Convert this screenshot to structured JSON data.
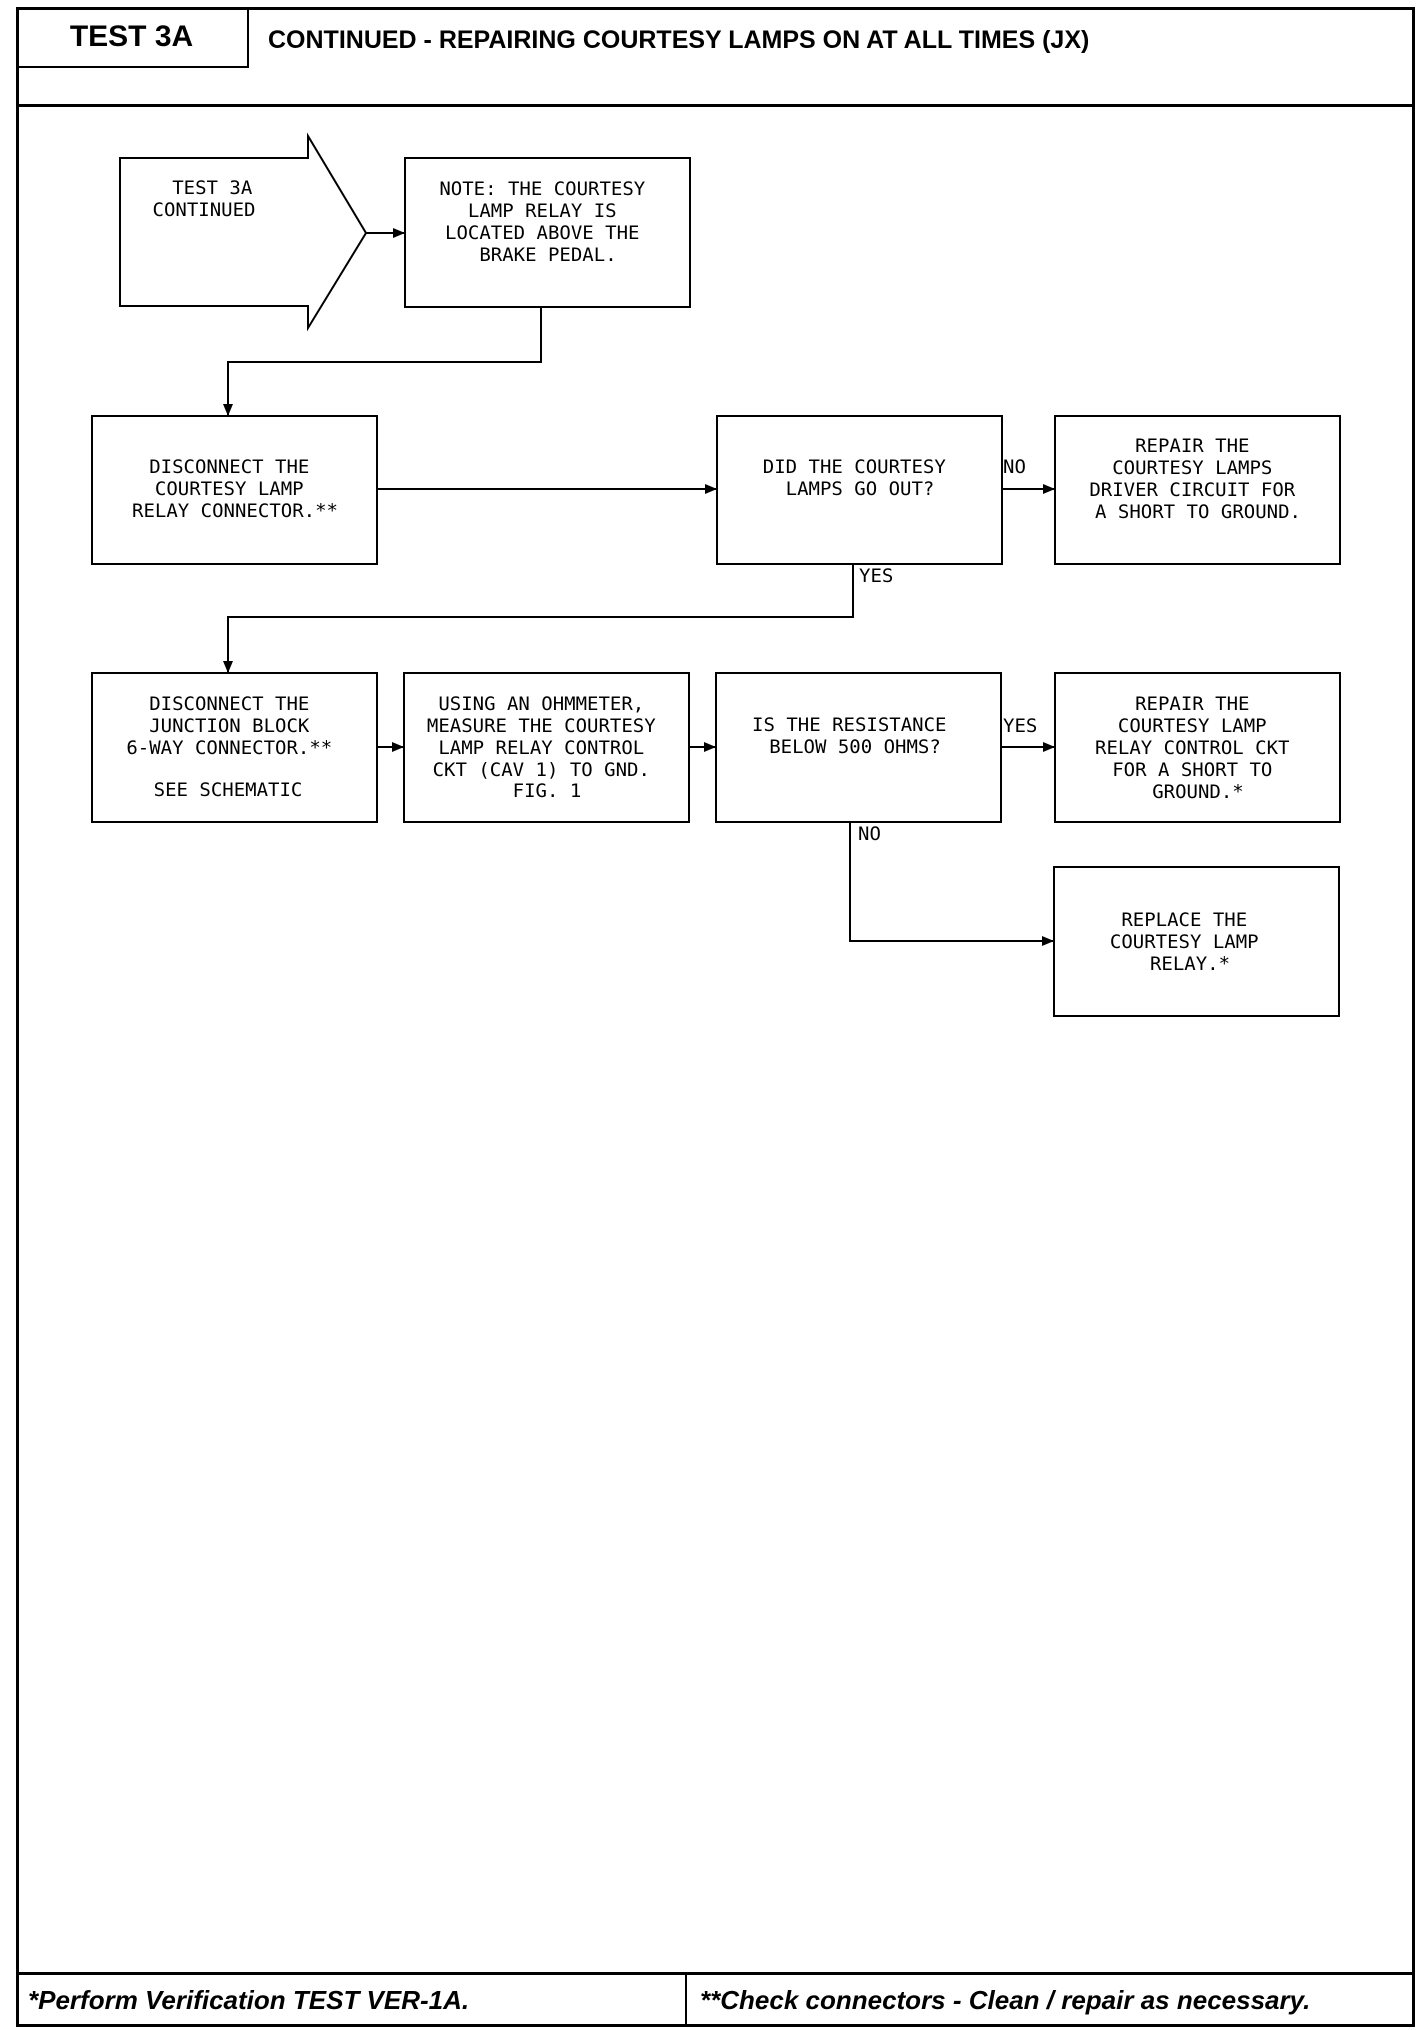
{
  "header": {
    "test_label": "TEST 3A",
    "title": "CONTINUED - REPAIRING COURTESY LAMPS ON AT ALL TIMES (JX)"
  },
  "footer": {
    "left_note": "*Perform Verification TEST VER-1A.",
    "right_note": "**Check connectors - Clean / repair as necessary."
  },
  "flowchart": {
    "start": {
      "lines": [
        "TEST 3A",
        "CONTINUED"
      ]
    },
    "note": {
      "lines": [
        "NOTE: THE COURTESY",
        "LAMP RELAY IS",
        "LOCATED ABOVE THE",
        "BRAKE PEDAL."
      ]
    },
    "disconnect_relay": {
      "lines": [
        "DISCONNECT THE",
        "COURTESY LAMP",
        "RELAY CONNECTOR.**"
      ]
    },
    "lamps_out_question": {
      "lines": [
        "DID THE COURTESY",
        "LAMPS GO OUT?"
      ]
    },
    "repair_driver_circuit": {
      "lines": [
        "REPAIR THE",
        "COURTESY LAMPS",
        "DRIVER CIRCUIT FOR",
        "A SHORT TO GROUND."
      ]
    },
    "disconnect_junction": {
      "lines": [
        "DISCONNECT THE",
        "JUNCTION BLOCK",
        "6-WAY CONNECTOR.**",
        "",
        "SEE SCHEMATIC"
      ]
    },
    "measure_resistance": {
      "lines": [
        "USING AN OHMMETER,",
        "MEASURE THE COURTESY",
        "LAMP RELAY CONTROL",
        "CKT (CAV 1) TO GND.",
        "FIG. 1"
      ]
    },
    "resistance_question": {
      "lines": [
        "IS THE RESISTANCE",
        "BELOW 500 OHMS?"
      ]
    },
    "repair_control_ckt": {
      "lines": [
        "REPAIR THE",
        "COURTESY LAMP",
        "RELAY CONTROL CKT",
        "FOR A SHORT TO",
        "GROUND.*"
      ]
    },
    "replace_relay": {
      "lines": [
        "REPLACE THE",
        "COURTESY LAMP",
        "RELAY.*"
      ]
    },
    "labels": {
      "no_1": "NO",
      "yes_1": "YES",
      "yes_2": "YES",
      "no_2": "NO"
    }
  }
}
